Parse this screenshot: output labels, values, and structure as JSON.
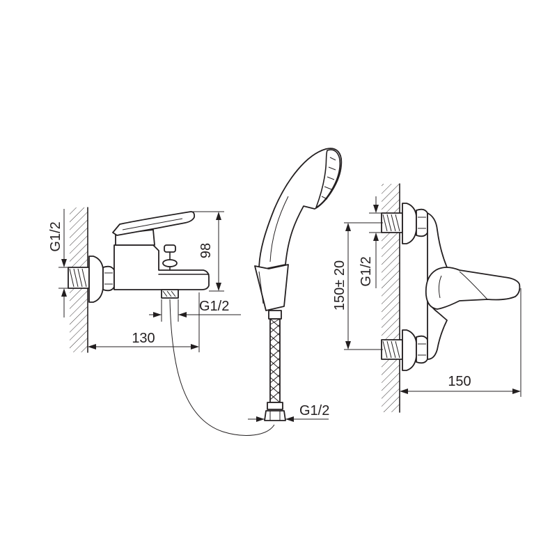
{
  "bath_mixer": {
    "height_dim": "98",
    "depth_dim": "130",
    "wall_thread": "G1/2",
    "outlet_thread": "G1/2"
  },
  "hose": {
    "end_thread": "G1/2"
  },
  "wall_mixer": {
    "depth_dim": "150",
    "spacing_dim": "150± 20",
    "thread": "G1/2"
  }
}
